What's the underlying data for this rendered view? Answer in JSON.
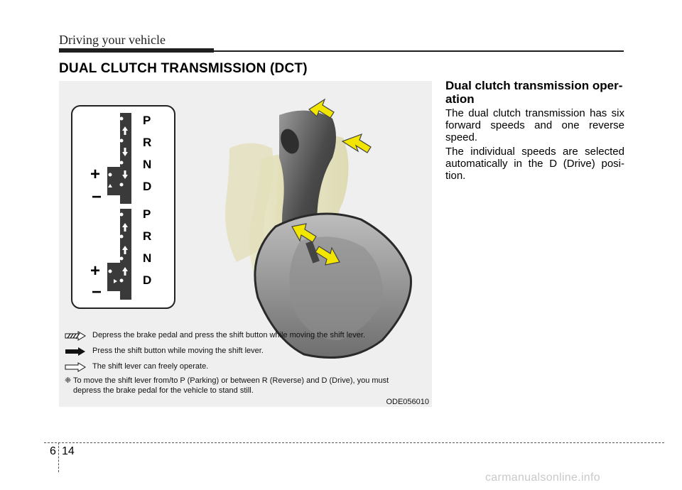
{
  "header": {
    "running_head": "Driving your vehicle",
    "section_title": "DUAL CLUTCH TRANSMISSION (DCT)"
  },
  "figure": {
    "gate_upper": {
      "letters": [
        "P",
        "R",
        "N",
        "D"
      ],
      "plus": "+",
      "minus": "−"
    },
    "gate_lower": {
      "letters": [
        "P",
        "R",
        "N",
        "D"
      ],
      "plus": "+",
      "minus": "−"
    },
    "legend": [
      {
        "icon": "hatched-arrow-icon",
        "text": "Depress the brake pedal and press the shift button while moving the shift lever."
      },
      {
        "icon": "solid-arrow-icon",
        "text": "Press the shift button while moving the shift lever."
      },
      {
        "icon": "outline-arrow-icon",
        "text": "The shift lever can freely operate."
      }
    ],
    "note_symbol": "❈",
    "note": "To move the shift lever from/to P (Parking) or between R (Reverse) and D (Drive), you must depress the brake pedal for the vehicle to stand still.",
    "code": "ODE056010",
    "colors": {
      "arrow_yellow": "#f2e600",
      "panel_bg": "#efefef",
      "strip_dark": "#3a3a3a"
    }
  },
  "content": {
    "subheading": "Dual clutch transmission oper-ation",
    "paragraphs": [
      "The dual clutch transmission has six forward speeds and one reverse speed.",
      "The individual speeds are selected automatically in the D (Drive) posi-tion."
    ]
  },
  "footer": {
    "chapter": "6",
    "page": "14",
    "watermark": "carmanualsonline.info"
  }
}
